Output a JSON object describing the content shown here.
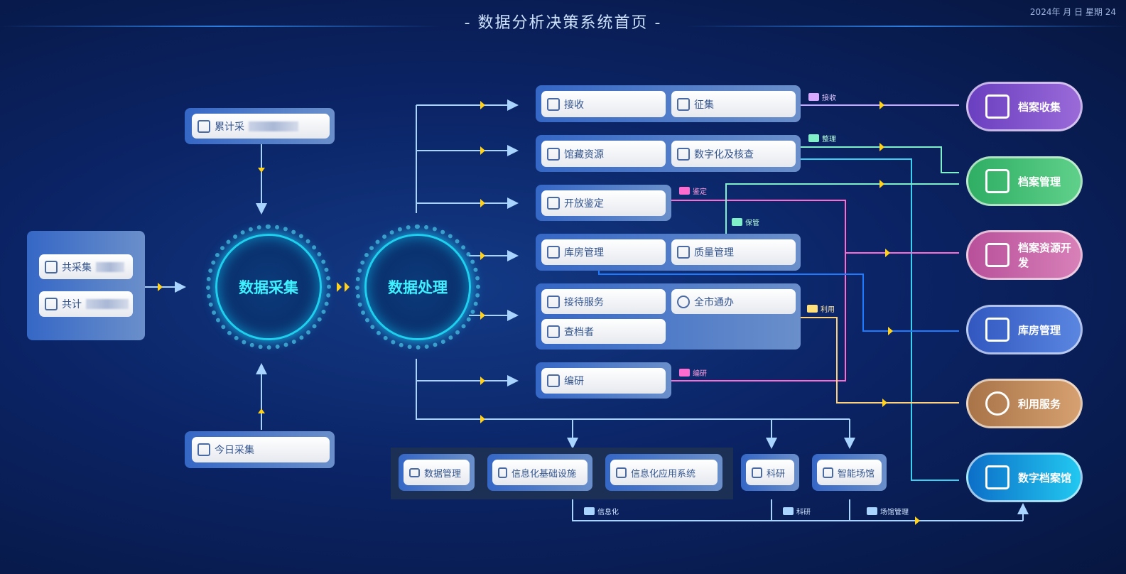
{
  "header": {
    "title": "- 数据分析决策系统首页 -",
    "datetime": "2024年 月 日 星期 24"
  },
  "collect": {
    "total_label": "累计采",
    "today_label": "今日采集",
    "item1_label": "共采集",
    "item2_label": "共计",
    "hub1": "数据采集",
    "hub2": "数据处理"
  },
  "process": {
    "receive": "接收",
    "solicit": "征集",
    "holdings": "馆藏资源",
    "digitize": "数字化及核查",
    "appraisal": "开放鉴定",
    "warehouse": "库房管理",
    "quality": "质量管理",
    "reception": "接待服务",
    "citywide": "全市通办",
    "searcher": "查档者",
    "compile": "编研"
  },
  "infra": {
    "data_mgmt": "数据管理",
    "infra_base": "信息化基础设施",
    "infra_app": "信息化应用系统",
    "research": "科研",
    "smart_venue": "智能场馆"
  },
  "tags": {
    "receive": "接收",
    "arrange": "整理",
    "appraise": "鉴定",
    "preserve": "保管",
    "use": "利用",
    "compile": "编研",
    "info": "信息化",
    "research": "科研",
    "venue": "场馆管理"
  },
  "outputs": [
    {
      "label": "档案收集",
      "color": "#7a4fc6"
    },
    {
      "label": "档案管理",
      "color": "#3fbf74"
    },
    {
      "label": "档案资源开发",
      "color": "#c660a8"
    },
    {
      "label": "库房管理",
      "color": "#3f6ad0"
    },
    {
      "label": "利用服务",
      "color": "#b9875a"
    },
    {
      "label": "数字档案馆",
      "color": "#1aa6e0"
    }
  ],
  "colors": {
    "accent": "#3ff1ff",
    "arrow": "#ffd21f"
  }
}
